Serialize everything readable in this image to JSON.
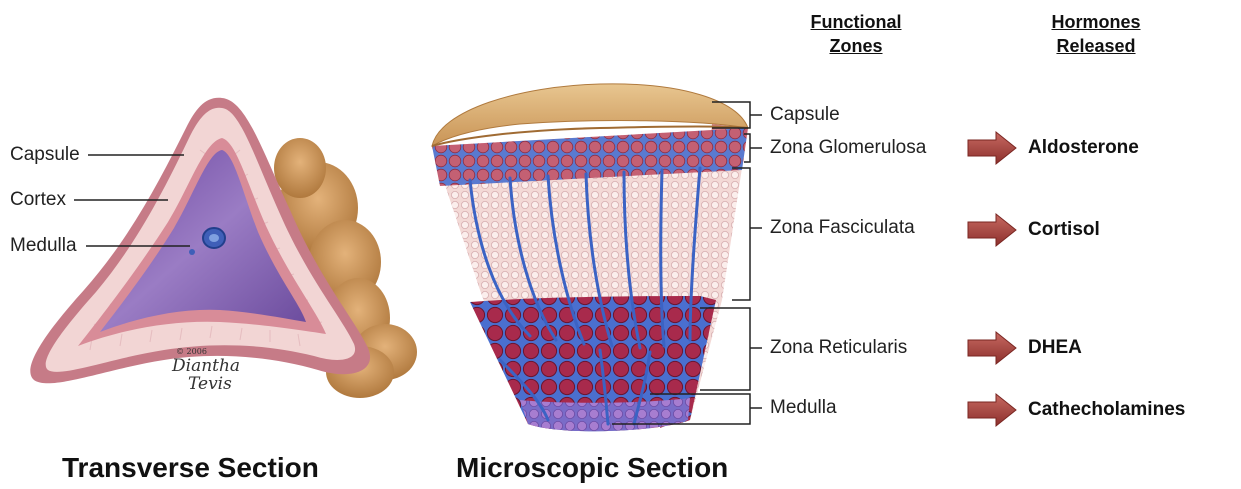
{
  "headers": {
    "functional_zones": [
      "Functional",
      "Zones"
    ],
    "hormones_released": [
      "Hormones",
      "Released"
    ]
  },
  "transverse": {
    "labels": {
      "capsule": "Capsule",
      "cortex": "Cortex",
      "medulla": "Medulla"
    },
    "caption": "Transverse Section",
    "signature": {
      "copyright": "© 2006",
      "name_line1": "Diantha",
      "name_line2": "Tevis"
    }
  },
  "microscopic": {
    "caption": "Microscopic Section"
  },
  "zones": [
    {
      "label": "Capsule",
      "hormone": ""
    },
    {
      "label": "Zona Glomerulosa",
      "hormone": "Aldosterone"
    },
    {
      "label": "Zona Fasciculata",
      "hormone": "Cortisol"
    },
    {
      "label": "Zona Reticularis",
      "hormone": "DHEA"
    },
    {
      "label": "Medulla",
      "hormone": "Cathecholamines"
    }
  ],
  "colors": {
    "arrow": "#a0413f",
    "capsule_tan": "#d9a66a",
    "cortex_pink": "#e9b9bd",
    "medulla_purple": "#8a67b0",
    "vessel_blue": "#3d6fc4",
    "reticularis_red": "#9a2040"
  }
}
